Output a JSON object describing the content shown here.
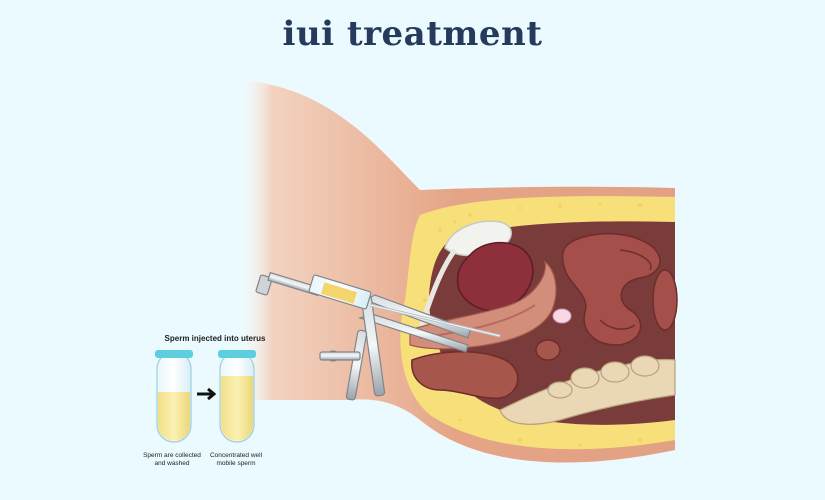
{
  "title": "iui treatment",
  "inset": {
    "heading": "Sperm injected into uterus",
    "tube1_label": "Sperm are collected and washed",
    "tube2_label": "Concentrated well mobile sperm"
  },
  "colors": {
    "background": "#eafaff",
    "title": "#263a5c",
    "skin": "#e6a98a",
    "fat": "#f7df7a",
    "uterus": "#c9665a",
    "tube_fluid": "#f7eca6",
    "tube_cap": "#5dcde0"
  }
}
